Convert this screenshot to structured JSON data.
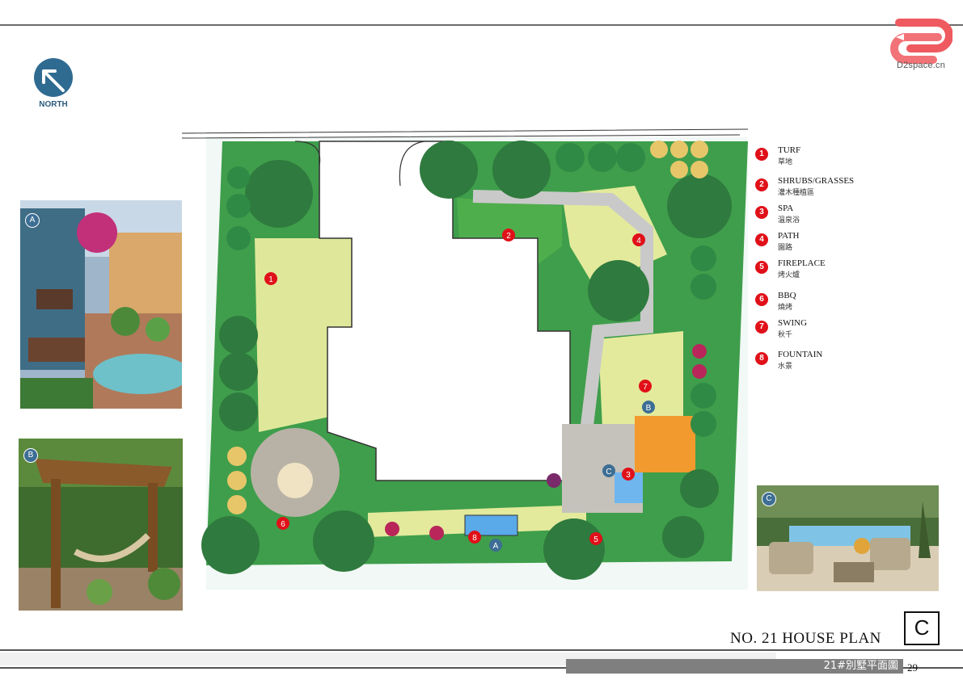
{
  "brand": {
    "site": "D2space.cn",
    "accent": "#ee5a5f"
  },
  "north_label": "NORTH",
  "plan_markers": [
    "1",
    "2",
    "3",
    "4",
    "5",
    "6",
    "7",
    "8"
  ],
  "photo_tags": [
    "A",
    "B",
    "C"
  ],
  "legend": [
    {
      "num": "1",
      "en": "TURF",
      "zh": "草地"
    },
    {
      "num": "2",
      "en": "SHRUBS/GRASSES",
      "zh": "灌木種植區"
    },
    {
      "num": "3",
      "en": "SPA",
      "zh": "溫泉浴"
    },
    {
      "num": "4",
      "en": "PATH",
      "zh": "園路"
    },
    {
      "num": "5",
      "en": "FIREPLACE",
      "zh": "烤火爐"
    },
    {
      "num": "6",
      "en": "BBQ",
      "zh": "燒烤"
    },
    {
      "num": "7",
      "en": "SWING",
      "zh": "秋千"
    },
    {
      "num": "8",
      "en": "FOUNTAIN",
      "zh": "水景"
    }
  ],
  "title_en": "NO. 21 HOUSE PLAN",
  "title_box": "C",
  "title_cn": "21#別墅平面圖",
  "page_number": "29",
  "colors": {
    "marker_red": "#e01019",
    "tag_blue": "#3d6e94",
    "lawn": "#dfe89a",
    "tree": "#2f7a3e"
  }
}
